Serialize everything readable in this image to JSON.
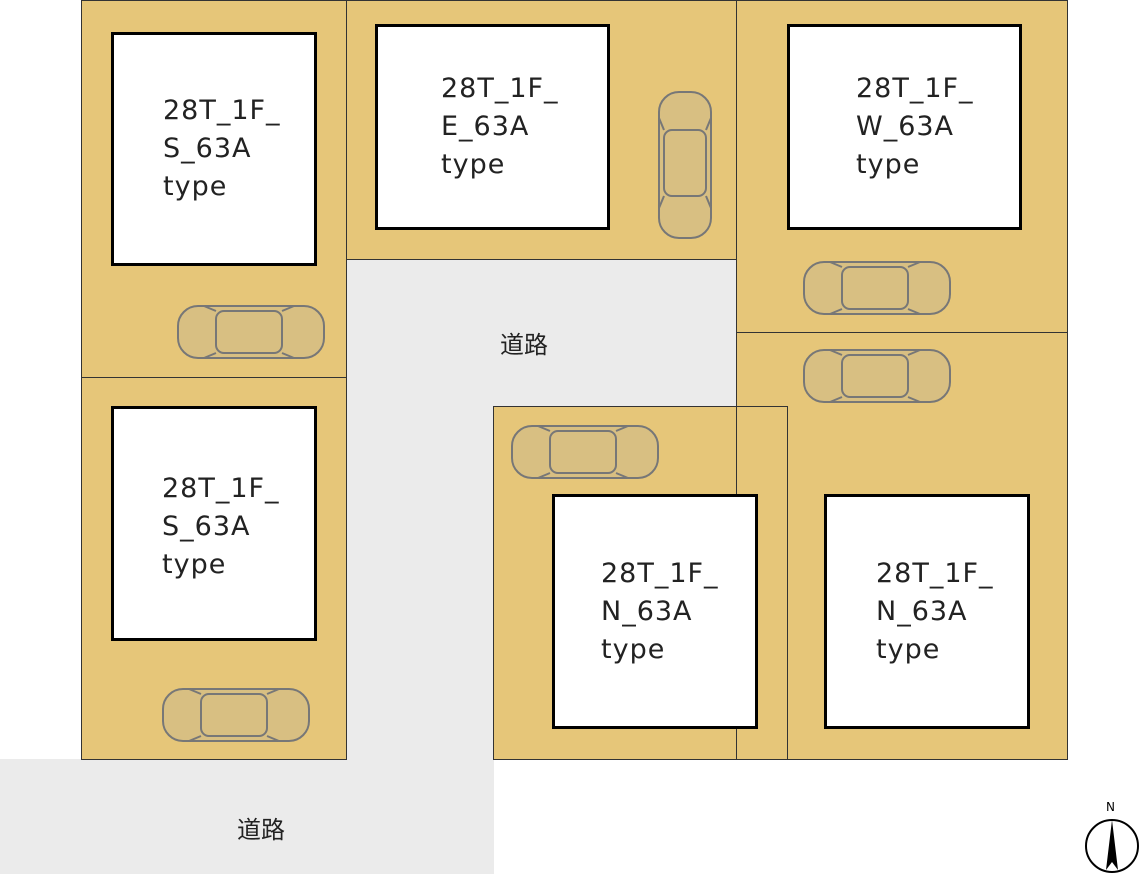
{
  "roads": [
    {
      "label": "道路"
    },
    {
      "label": "道路"
    }
  ],
  "lots": [
    {
      "id": "nw-upper",
      "label": [
        "28T_1F_",
        "S_63A",
        "type"
      ]
    },
    {
      "id": "nw-lower",
      "label": [
        "28T_1F_",
        "S_63A",
        "type"
      ]
    },
    {
      "id": "north-center",
      "label": [
        "28T_1F_",
        "E_63A",
        "type"
      ]
    },
    {
      "id": "ne-upper",
      "label": [
        "28T_1F_",
        "W_63A",
        "type"
      ]
    },
    {
      "id": "se-left",
      "label": [
        "28T_1F_",
        "N_63A",
        "type"
      ]
    },
    {
      "id": "se-right",
      "label": [
        "28T_1F_",
        "N_63A",
        "type"
      ]
    }
  ],
  "compass": {
    "label": "N",
    "icon": "north-arrow-icon"
  },
  "colors": {
    "lot": "#e6c679",
    "road": "#ebebeb",
    "house": "#ffffff",
    "outline": "#000000"
  }
}
